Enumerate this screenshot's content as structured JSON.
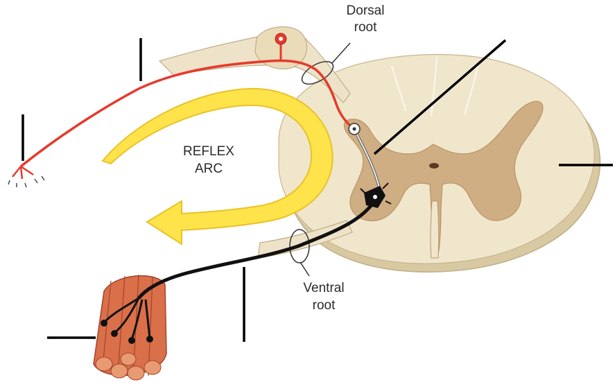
{
  "labels": {
    "dorsal_root": [
      "Dorsal",
      "root"
    ],
    "ventral_root": [
      "Ventral",
      "root"
    ],
    "reflex_arc": [
      "REFLEX",
      "ARC"
    ]
  },
  "colors": {
    "background": "#ffffff",
    "cord_white_matter": "#f0e6cc",
    "cord_gray_matter": "#cfae83",
    "nerve_sheath": "#eee3c9",
    "sensory_neuron": "#e53a2c",
    "motor_neuron": "#111111",
    "interneuron": "#f2f2f2",
    "reflex_arrow": "#ffe34a",
    "reflex_arrow_edge": "#e8c229",
    "muscle": "#d9704a",
    "muscle_dark": "#a4432a",
    "leader_lines": "#000000"
  },
  "blank_labels_count": 6
}
